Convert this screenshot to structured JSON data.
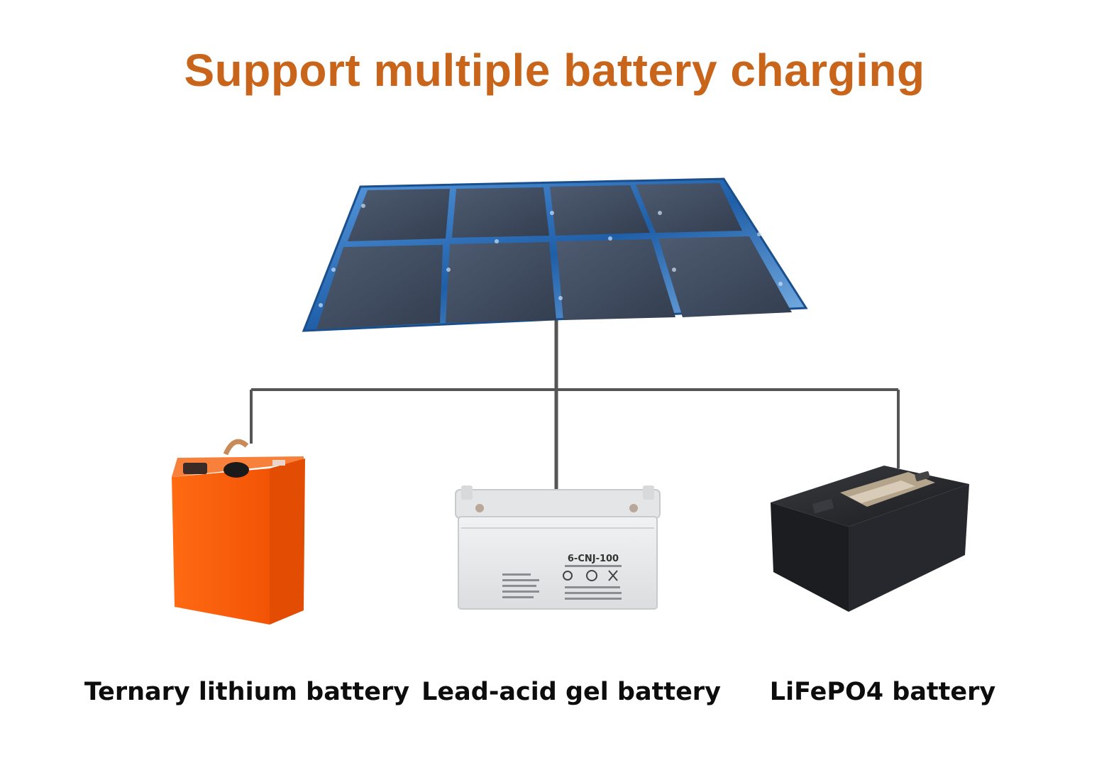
{
  "title": "Support multiple battery charging",
  "colors": {
    "title": "#C8651B",
    "wire": "#555555",
    "panel_frame": "#2f6fb6",
    "panel_cell": "#3d4a5e",
    "ternary_body": "#f45a0a",
    "lead_acid_body": "#e9eaeb",
    "lifepo4_body": "#1e1f23"
  },
  "solar_panel": {
    "icon": "solar-panel-icon"
  },
  "batteries": [
    {
      "id": "ternary",
      "label": "Ternary lithium battery",
      "icon": "orange-battery-icon"
    },
    {
      "id": "lead_acid",
      "label": "Lead-acid gel battery",
      "icon": "gel-battery-icon",
      "model_label": "6-CNJ-100"
    },
    {
      "id": "lifepo4",
      "label": "LiFePO4 battery",
      "icon": "black-battery-icon"
    }
  ]
}
